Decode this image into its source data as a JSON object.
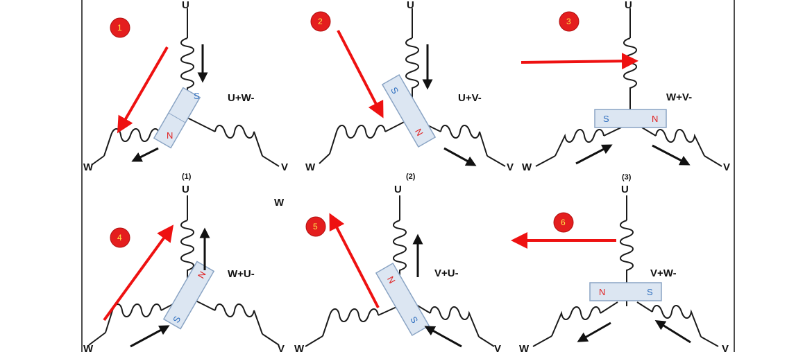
{
  "colors": {
    "red_arrow": "#ee1111",
    "badge": "#e41e1e",
    "badge_text": "#ffe94a",
    "magnet_fill": "#dce6f2",
    "pole_s": "#2f6fbf",
    "pole_n": "#e02020"
  },
  "panels": [
    {
      "step": "1",
      "label": "U+W-",
      "caption": "(1)",
      "terminals": {
        "u": "U",
        "v": "V",
        "w": "W"
      },
      "poles": {
        "a": "S",
        "b": "N"
      }
    },
    {
      "step": "2",
      "label": "U+V-",
      "caption": "(2)",
      "terminals": {
        "u": "U",
        "v": "V",
        "w": "W"
      },
      "poles": {
        "a": "S",
        "b": "N"
      }
    },
    {
      "step": "3",
      "label": "W+V-",
      "caption": "(3)",
      "terminals": {
        "u": "U",
        "v": "V",
        "w": "W"
      },
      "poles": {
        "a": "S",
        "b": "N"
      }
    },
    {
      "step": "4",
      "label": "W+U-",
      "caption": "",
      "terminals": {
        "u": "U",
        "v": "V",
        "w": "W"
      },
      "poles": {
        "a": "N",
        "b": "S"
      }
    },
    {
      "step": "5",
      "label": "V+U-",
      "caption": "",
      "terminals": {
        "u": "U",
        "v": "V",
        "w": "W"
      },
      "poles": {
        "a": "N",
        "b": "S"
      }
    },
    {
      "step": "6",
      "label": "V+W-",
      "caption": "",
      "terminals": {
        "u": "U",
        "v": "V",
        "w": "W"
      },
      "poles": {
        "a": "N",
        "b": "S"
      }
    }
  ],
  "stray_label": "W"
}
